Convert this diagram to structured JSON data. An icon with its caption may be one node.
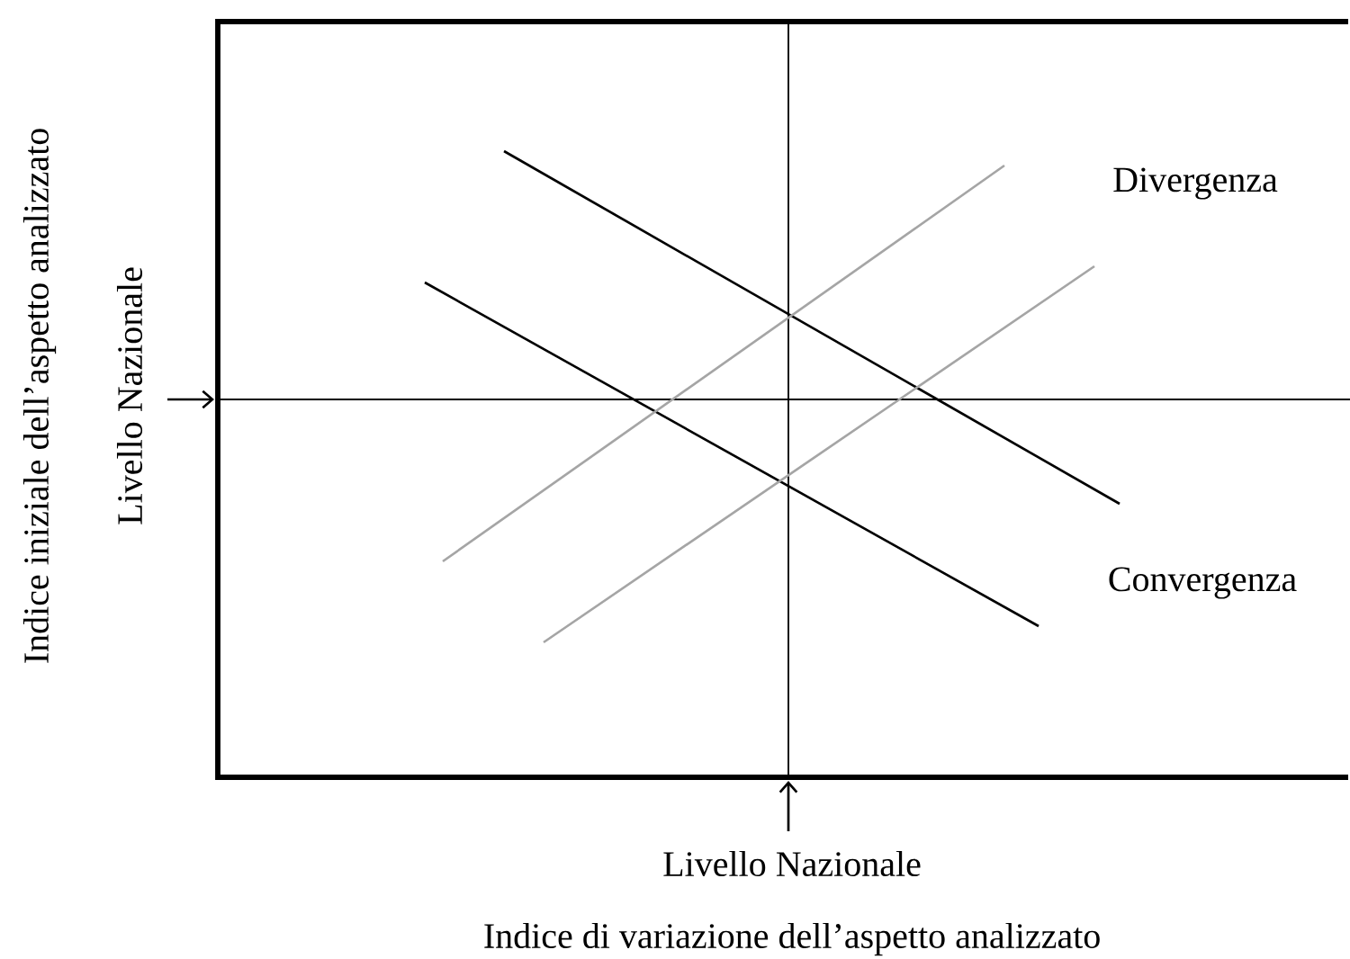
{
  "diagram": {
    "labels": [
      "Indice iniziale dell’aspetto analizzato",
      "Livello Nazionale",
      "Divergenza",
      "Convergenza",
      "Livello Nazionale",
      "Indice di variazione dell’aspetto analizzato"
    ]
  }
}
